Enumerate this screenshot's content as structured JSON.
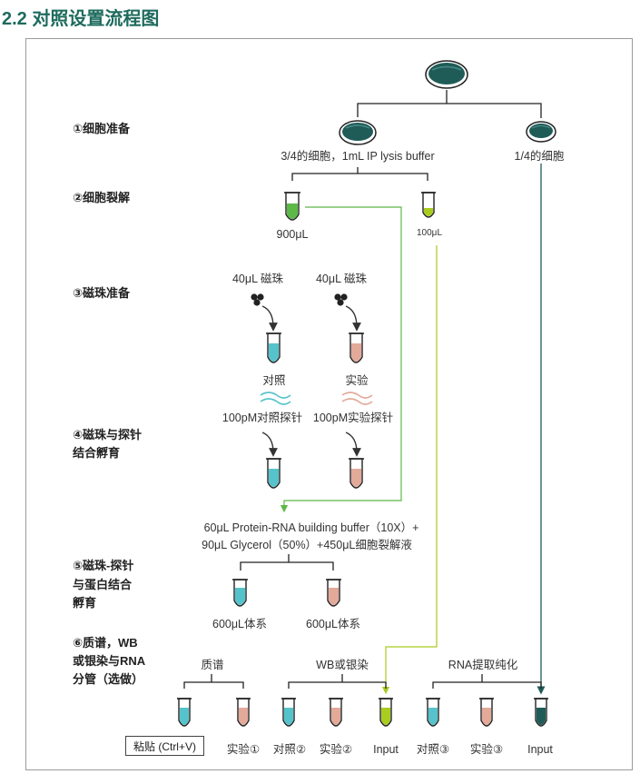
{
  "heading": "2.2 对照设置流程图",
  "steps": [
    "①细胞准备",
    "②细胞裂解",
    "③磁珠准备",
    "④磁珠与探针",
    "结合孵育",
    "⑤磁珠-探针",
    "与蛋白结合",
    "孵育",
    "⑥质谱，WB",
    "或银染与RNA",
    "分管（选做）"
  ],
  "labels": {
    "cells_34": "3/4的细胞，1mL IP lysis buffer",
    "cells_14": "1/4的细胞",
    "vol_900": "900μL",
    "vol_100": "100μL",
    "beads_left": "40μL 磁珠",
    "beads_right": "40μL 磁珠",
    "control": "对照",
    "experiment": "实验",
    "probe_control": "100pM对照探针",
    "probe_experiment": "100pM实验探针",
    "buffer_line1": "60μL Protein-RNA building buffer（10X）+",
    "buffer_line2": "90μL Glycerol（50%）+450μL细胞裂解液",
    "system_left": "600μL体系",
    "system_right": "600μL体系",
    "group_ms": "质谱",
    "group_wb": "WB或银染",
    "group_rna": "RNA提取纯化"
  },
  "bottom_tubes": [
    "实验①",
    "对照②",
    "实验②",
    "Input",
    "对照③",
    "实验③",
    "Input"
  ],
  "paste_button": "粘贴 (Ctrl+V)",
  "colors": {
    "teal_dark": "#1f5c58",
    "cyan": "#56c3cc",
    "salmon": "#e3a999",
    "green": "#5cb847",
    "lime": "#a9cc1f",
    "heading": "#1e6b5e"
  }
}
